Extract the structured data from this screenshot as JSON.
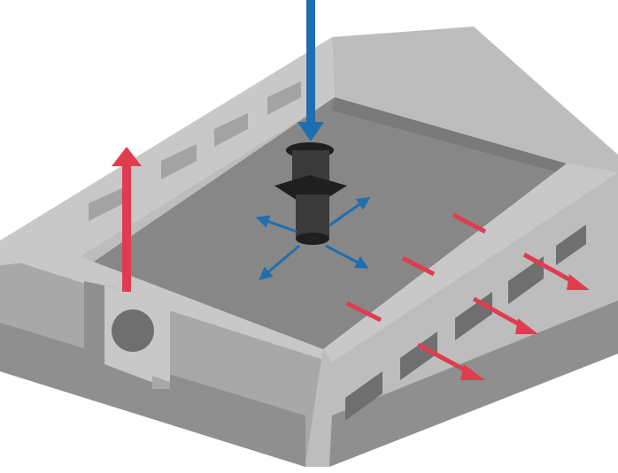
{
  "diagram": {
    "subject": "building-ventilation-airflow",
    "colors": {
      "background": "#ffffff",
      "wall_light": "#c8c8c8",
      "wall_mid": "#bdbdbd",
      "wall_dark": "#a8a8a8",
      "wall_shadow": "#8f8f8f",
      "floor": "#878787",
      "floor_shade": "#7a7a7a",
      "window": "#a3a3a3",
      "window_dark": "#6f6f6f",
      "inlet_body": "#3a3a3a",
      "inlet_dark": "#1f1f1f",
      "intake_arrow": "#1f6eb0",
      "exhaust_arrow": "#e03c50",
      "spread_arrow": "#1f6eb0"
    },
    "icons": {
      "ceiling_inlet": "ceiling-air-inlet-icon",
      "exhaust_fan": "wall-exhaust-fan-icon",
      "intake": "arrow-down-icon",
      "exhaust": "arrow-up-icon",
      "outflow": "arrow-right-icon",
      "spread": "arrow-radial-icon"
    },
    "flows": {
      "intake_count": 1,
      "ceiling_exhaust_count": 1,
      "side_outflow_count": 3,
      "radial_spread_count": 4
    }
  }
}
